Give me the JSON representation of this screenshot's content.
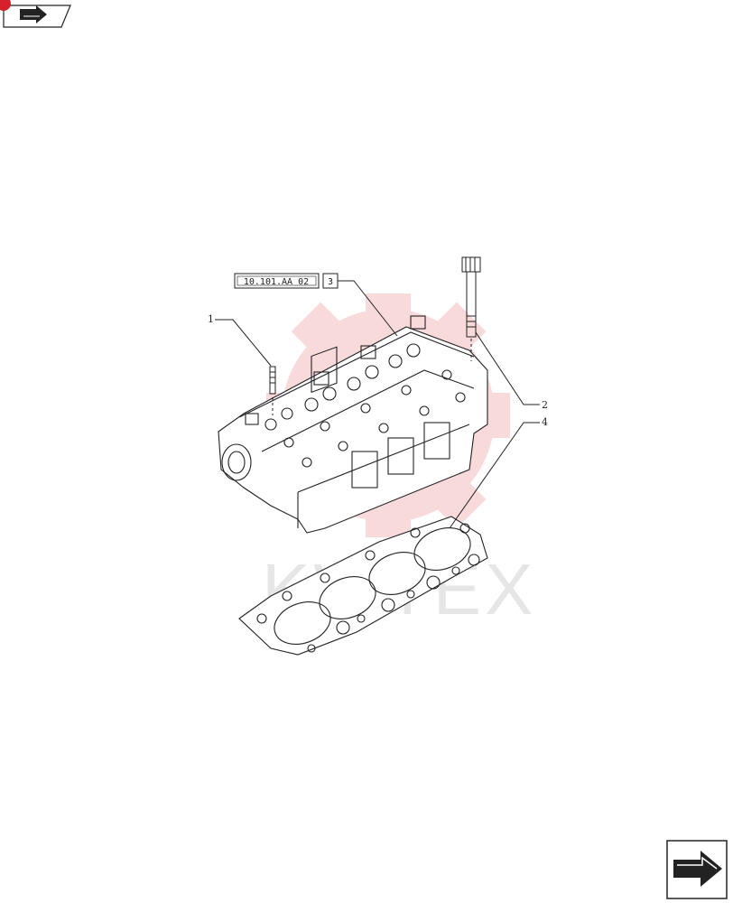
{
  "diagram": {
    "reference_code": "10.101.AA 02",
    "reference_item": "3",
    "callouts": [
      {
        "id": "1",
        "label": "1"
      },
      {
        "id": "2",
        "label": "2"
      },
      {
        "id": "4",
        "label": "4"
      }
    ]
  },
  "watermark": {
    "text": "KWTEX",
    "gear_color": "#f7d4d4",
    "text_color": "#e6e6e6"
  },
  "nav": {
    "top_icon": "arrow-right-icon",
    "bottom_icon": "arrow-right-icon",
    "badge_color": "#d6202b"
  }
}
